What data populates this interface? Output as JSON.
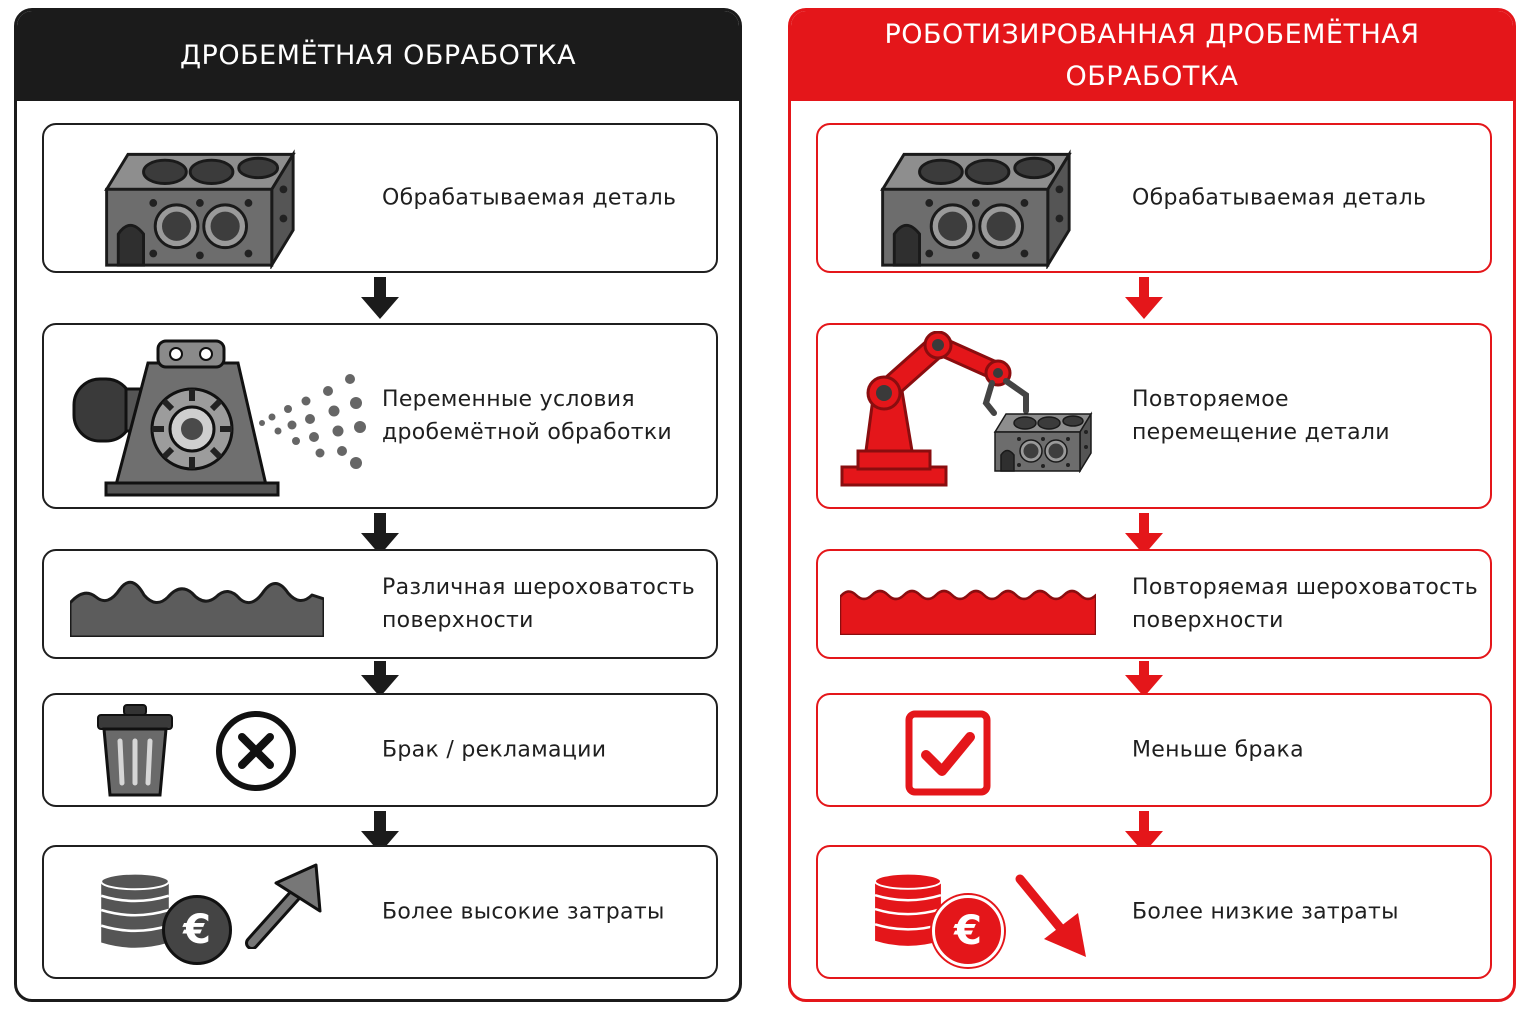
{
  "left_panel": {
    "title": "ДРОБЕМЁТНАЯ ОБРАБОТКА",
    "steps": [
      {
        "label_lines": [
          "Обрабатываемая деталь"
        ],
        "icon": "engine-block-icon"
      },
      {
        "label_lines": [
          "Переменные условия",
          "дробемётной обработки"
        ],
        "icon": "shot-blast-wheel-icon"
      },
      {
        "label_lines": [
          "Различная шероховатость",
          "поверхности"
        ],
        "icon": "rough-surface-icon"
      },
      {
        "label_lines": [
          "Брак / рекламации"
        ],
        "icon": "trash-and-x-icon"
      },
      {
        "label_lines": [
          "Более высокие затраты"
        ],
        "icon": "coins-euro-arrow-up-icon"
      }
    ],
    "accent_color": "#1b1b1b"
  },
  "right_panel": {
    "title_lines": [
      "РОБОТИЗИРОВАННАЯ ДРОБЕМЁТНАЯ",
      "ОБРАБОТКА"
    ],
    "steps": [
      {
        "label_lines": [
          "Обрабатываемая деталь"
        ],
        "icon": "engine-block-icon"
      },
      {
        "label_lines": [
          "Повторяемое",
          "перемещение детали"
        ],
        "icon": "robot-arm-icon"
      },
      {
        "label_lines": [
          "Повторяемая шероховатость",
          "поверхности"
        ],
        "icon": "smooth-surface-icon"
      },
      {
        "label_lines": [
          "Меньше брака"
        ],
        "icon": "checkbox-icon"
      },
      {
        "label_lines": [
          "Более низкие затраты"
        ],
        "icon": "coins-euro-arrow-down-icon"
      }
    ],
    "accent_color": "#e4161a"
  },
  "currency_symbol": "€"
}
